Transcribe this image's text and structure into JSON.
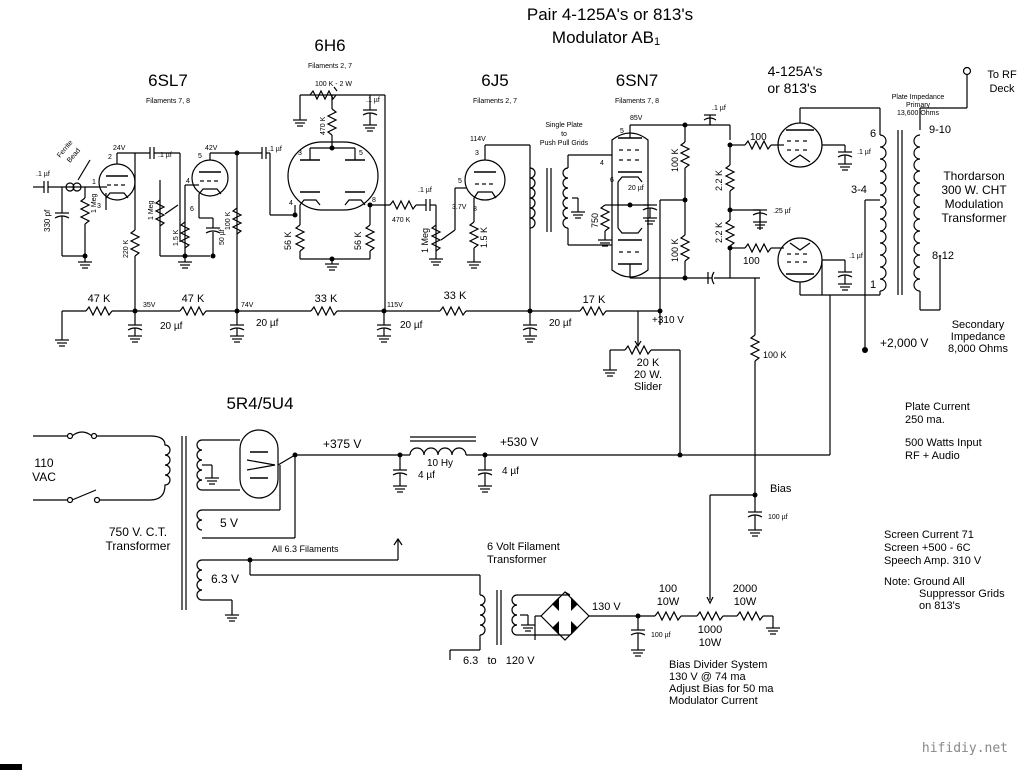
{
  "title": {
    "line1": "Pair 4-125A's or 813's",
    "line2_main": "Modulator AB",
    "line2_sub": "1"
  },
  "tubes": {
    "t6sl7": {
      "name": "6SL7",
      "filaments": "Filaments 7, 8"
    },
    "t6h6": {
      "name": "6H6",
      "filaments": "Filaments 2, 7"
    },
    "t6j5": {
      "name": "6J5",
      "filaments": "Filaments 2, 7"
    },
    "t6sn7": {
      "name": "6SN7",
      "filaments": "Filaments 7, 8"
    },
    "final_line1": "4-125A's",
    "final_line2": "or 813's",
    "rect": "5R4/5U4"
  },
  "labels": {
    "ferrite_line1": "Ferrite",
    "ferrite_line2": "Bead",
    "c_in": ".1 µf",
    "r_grid": "1 Meg",
    "c_330": "330 pf",
    "pin2": "2",
    "pin1": "1",
    "pin3": "3",
    "pin5": "5",
    "pin4": "4",
    "pin6": "6",
    "pin8": "8",
    "v24": "24V",
    "v42": "42V",
    "c_01a": ".1 µf",
    "c_01b": ".1 µf",
    "r_220k": "220 K",
    "r_1meg": "1 Meg",
    "r_1k5": "1.5 K",
    "c_50": "50 µf",
    "r_100k": "100 K",
    "r_47k_1": "47 K",
    "r_47k_2": "47 K",
    "v35": "35V",
    "v74": "74V",
    "v115": "115V",
    "c_20_1": "20 µf",
    "c_20_2": "20 µf",
    "c_20_3": "20 µf",
    "c_20_4": "20 µf",
    "r_33k_1": "33 K",
    "r_33k_2": "33 K",
    "r_17k": "17 K",
    "v310": "+310 V",
    "pot_100k": "100 K - 2 W",
    "r_470k": "470 K",
    "c_01c": ".1 µf",
    "r_56k_1": "56 K",
    "r_56k_2": "56 K",
    "r_470k2": "470 K",
    "c_01d": ".1 µf",
    "v114": "114V",
    "v37": "3.7V",
    "r_1meg2": "1 Meg",
    "r_1k5b": "1.5 K",
    "spp_line1": "Single Plate",
    "spp_line2": "to",
    "spp_line3": "Push Pull Grids",
    "v85": "85V",
    "r_750": "750",
    "c_20b": "20 µf",
    "r_100k_a": "100 K",
    "r_100k_b": "100 K",
    "r_2k2_a": "2.2 K",
    "r_2k2_b": "2.2 K",
    "c_01e": ".1 µf",
    "c_25": ".25 µf",
    "c_01f": ".1 µf",
    "c_01g": ".1 µf",
    "r_100_a": "100",
    "r_100_b": "100",
    "p6": "6",
    "p34": "3-4",
    "p1": "1",
    "p910": "9-10",
    "p812": "8-12",
    "plate_imp_1": "Plate Impedance",
    "plate_imp_2": "Primary",
    "plate_imp_3": "13,600 Ohms",
    "to_rf_1": "To RF",
    "to_rf_2": "Deck",
    "xfmr_1": "Thordarson",
    "xfmr_2": "300 W. CHT",
    "xfmr_3": "Modulation",
    "xfmr_4": "Transformer",
    "v2000": "+2,000 V",
    "sec_1": "Secondary",
    "sec_2": "Impedance",
    "sec_3": "8,000 Ohms",
    "pot_20k_1": "20 K",
    "pot_20k_2": "20 W.",
    "pot_20k_3": "Slider",
    "r_100k_bias": "100 K",
    "v110_1": "110",
    "v110_2": "VAC",
    "pt_1": "750 V. C.T.",
    "pt_2": "Transformer",
    "v5": "5 V",
    "v63": "6.3 V",
    "all63": "All 6.3 Filaments",
    "v375": "+375 V",
    "choke": "10 Hy",
    "v530": "+530 V",
    "c_4a": "4 µf",
    "c_4b": "4 µf",
    "bias": "Bias",
    "c_100_bias": "100 µf",
    "fil_1": "6 Volt Filament",
    "fil_2": "Transformer",
    "v6312": "6.3   to   120 V",
    "v130": "130 V",
    "c_100b": "100 µf",
    "r_100_10w_1": "100",
    "r_100_10w_2": "10W",
    "r_1000_1": "1000",
    "r_1000_2": "10W",
    "r_2000_1": "2000",
    "r_2000_2": "10W",
    "bd_1": "Bias Divider System",
    "bd_2": "130 V @ 74 ma",
    "bd_3": "Adjust Bias for 50 ma",
    "bd_4": "Modulator Current"
  },
  "notes": {
    "plate_1": "Plate Current",
    "plate_2": "250 ma.",
    "watts_1": "500 Watts Input",
    "watts_2": "RF + Audio",
    "screen_1": "Screen Current 71",
    "screen_2": "Screen +500 - 6C",
    "screen_3": "Speech Amp.  310 V",
    "ground_1": "Note: Ground All",
    "ground_2": "Suppressor Grids",
    "ground_3": "on 813's"
  },
  "watermark": "hifidiy.net"
}
